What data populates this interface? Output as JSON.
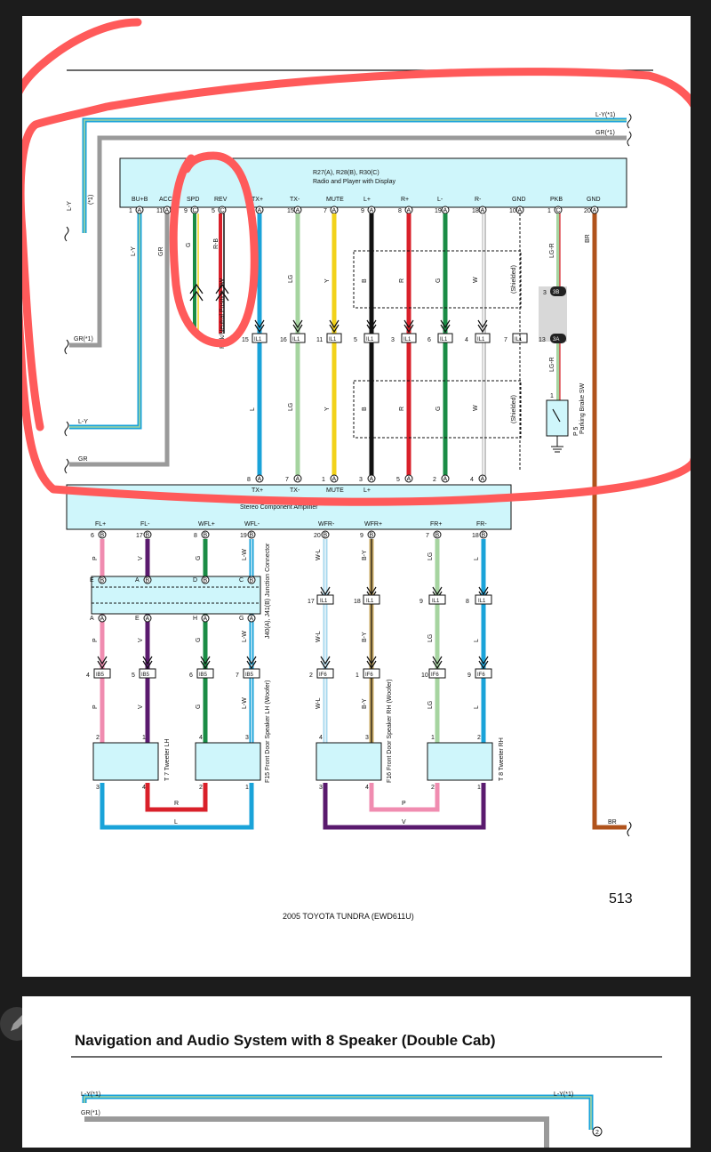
{
  "page_number": "513",
  "footer": "2005 TOYOTA TUNDRA (EWD611U)",
  "section_title": "Navigation and Audio System with 8 Speaker (Double Cab)",
  "head_unit": {
    "title_line1": "R27(A), R28(B), R30(C)",
    "title_line2": "Radio and Player with Display",
    "terminals": [
      "BU+B",
      "ACC+",
      "SPD",
      "REV",
      "TX+",
      "TX-",
      "MUTE",
      "L+",
      "R+",
      "L-",
      "R-",
      "GND",
      "PKB",
      "GND"
    ],
    "pins": [
      "1",
      "11",
      "9",
      "5",
      "5",
      "15",
      "7",
      "9",
      "8",
      "19",
      "18",
      "10",
      "1",
      "20"
    ],
    "connectors": [
      "A",
      "A",
      "C",
      "C",
      "A",
      "A",
      "A",
      "A",
      "A",
      "A",
      "A",
      "A",
      "C",
      "A"
    ]
  },
  "amplifier": {
    "title": "Stereo Component Amplifier",
    "top_labels": [
      "TX+",
      "TX-",
      "MUTE",
      "L+"
    ],
    "top_pins": [
      "8",
      "7",
      "1",
      "3",
      "5",
      "2",
      "4"
    ],
    "terminals": [
      "FL+",
      "FL-",
      "WFL+",
      "WFL-",
      "WFR-",
      "WFR+",
      "FR+",
      "FR-"
    ],
    "pins": [
      "6",
      "17",
      "8",
      "19",
      "20",
      "9",
      "7",
      "18"
    ]
  },
  "upper_wires": {
    "colors": [
      "L",
      "LG",
      "Y",
      "B",
      "R",
      "G",
      "W"
    ],
    "il1_pins_top": [
      "15",
      "16",
      "11",
      "5",
      "3",
      "6",
      "4",
      "7"
    ],
    "il1": "IL1",
    "shielded": "(Shielded)"
  },
  "left_wires": {
    "ly1": "L-Y(*1)",
    "gr1": "GR(*1)",
    "ly": "L-Y",
    "gr": "GR",
    "ly_vert": "L-Y",
    "gr_vert": "GR",
    "star1": "(*1)"
  },
  "spd_rev": {
    "spd_color": "G",
    "rev_color": "R-B",
    "park_label": "Park/Neutral Position SW"
  },
  "pkb": {
    "color": "LG-R",
    "pin_3b": "3",
    "conn_3b": "3B",
    "pin_3a": "13",
    "conn_3a": "3A",
    "pin_sw": "1",
    "sw_label": "P 5",
    "sw_name": "Parking Brake SW",
    "br": "BR"
  },
  "junction": {
    "label": "J40(A), J41(B) Junction Connector",
    "top_letters": [
      "E",
      "B",
      "A",
      "B",
      "D",
      "B",
      "C",
      "B"
    ],
    "bottom_letters": [
      "A",
      "A",
      "E",
      "A",
      "H",
      "A",
      "G",
      "A"
    ]
  },
  "speaker_wires": {
    "colors": [
      "P",
      "V",
      "G",
      "L-W",
      "W-L",
      "B-Y",
      "LG",
      "L"
    ],
    "ib5": "IB5",
    "ib5_pins": [
      "4",
      "5",
      "6",
      "7"
    ],
    "if6": "IF6",
    "if6_pins": [
      "2",
      "1",
      "10",
      "9"
    ],
    "il1_pins_bottom": [
      "17",
      "18",
      "9",
      "8"
    ]
  },
  "speakers": {
    "t7": "T 7 Tweeter LH",
    "f15": "F15 Front Door Speaker LH (Woofer)",
    "f16": "F16 Front Door Speaker RH (Woofer)",
    "t8": "T 8 Tweeter RH",
    "bottom_wires": [
      "R",
      "L",
      "P",
      "V"
    ],
    "pins": [
      "2",
      "1",
      "4",
      "3",
      "3",
      "4",
      "2",
      "1",
      "4",
      "3",
      "1",
      "2",
      "3",
      "4",
      "2",
      "1"
    ]
  },
  "page2": {
    "ly1": "L-Y(*1)",
    "ly1_right": "L-Y(*1)",
    "gr1": "GR(*1)",
    "circle_pin": "2"
  },
  "colors": {
    "annotation": "#ff5a5a",
    "box_fill": "#cff6fb",
    "L": "#1aa3d9",
    "LG": "#a6d4a0",
    "Y": "#f2d21a",
    "B": "#111111",
    "R": "#d9202a",
    "G": "#1a8c45",
    "W": "#c8c8c8",
    "GR": "#9a9a9a",
    "BR": "#b0531c",
    "P": "#f08cb0",
    "V": "#5a1a6e"
  }
}
